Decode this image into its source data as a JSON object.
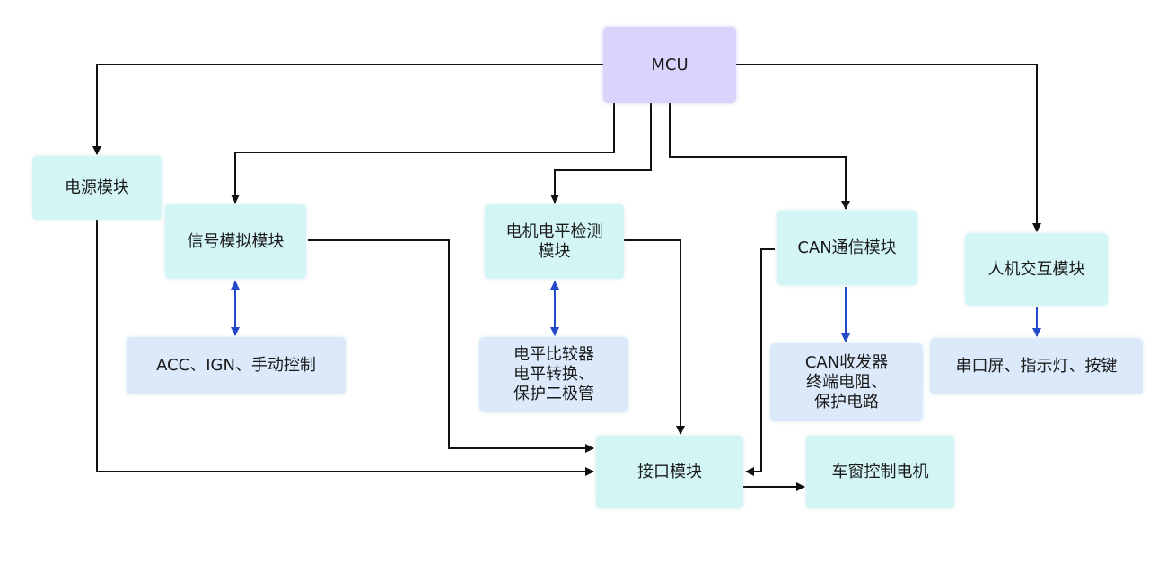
{
  "colors": {
    "cyan_box": "#d4f5f5",
    "blue_box": "#dbe9fb",
    "mcu_box": "#d9d4fb",
    "black_arrow": "#111111",
    "blue_arrow": "#2449c9"
  },
  "nodes": {
    "mcu": [
      "MCU"
    ],
    "power": [
      "电源模块"
    ],
    "signal_sim": [
      "信号模拟模块"
    ],
    "motor_level": [
      "电机电平检测",
      "模块"
    ],
    "can_comm": [
      "CAN通信模块"
    ],
    "hmi": [
      "人机交互模块"
    ],
    "acc_ign": [
      "ACC、IGN、手动控制"
    ],
    "comparator": [
      "电平比较器",
      "电平转换、",
      "保护二极管"
    ],
    "can_transceiver": [
      "CAN收发器",
      "终端电阻、",
      "保护电路"
    ],
    "serial_screen": [
      "串口屏、指示灯、按键"
    ],
    "interface": [
      "接口模块"
    ],
    "window_motor": [
      "车窗控制电机"
    ]
  }
}
